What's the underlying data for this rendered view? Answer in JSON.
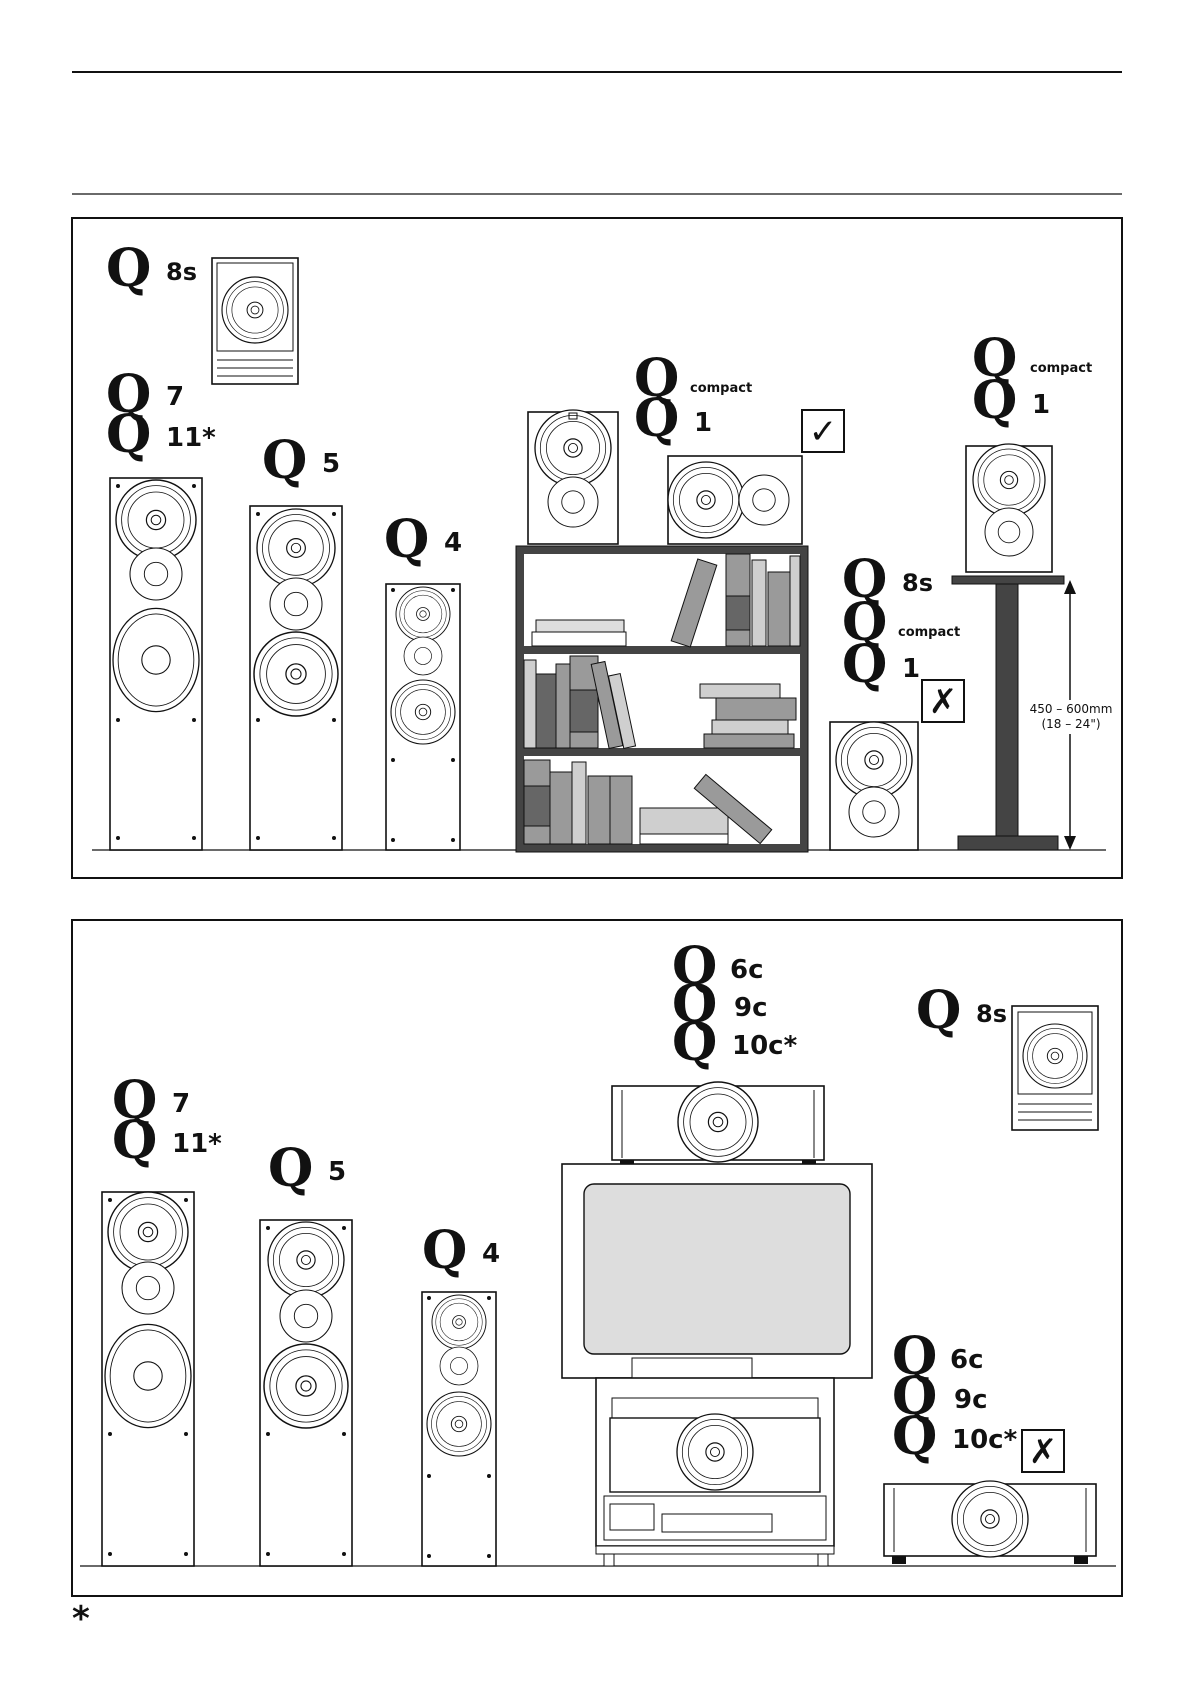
{
  "placement": {
    "top_panel": {
      "q8s_wall": {
        "prefix": "Q",
        "suffix": "8s"
      },
      "q7": {
        "prefix": "Q",
        "suffix": "7"
      },
      "q11": {
        "prefix": "Q",
        "suffix": "11*"
      },
      "q5": {
        "prefix": "Q",
        "suffix": "5"
      },
      "q4": {
        "prefix": "Q",
        "suffix": "4"
      },
      "shelf_compact": {
        "prefix": "Q",
        "suffix": "compact"
      },
      "shelf_q1": {
        "prefix": "Q",
        "suffix": "1"
      },
      "stand_compact": {
        "prefix": "Q",
        "suffix": "compact"
      },
      "stand_q1": {
        "prefix": "Q",
        "suffix": "1"
      },
      "floor_q8s": {
        "prefix": "Q",
        "suffix": "8s"
      },
      "floor_compact": {
        "prefix": "Q",
        "suffix": "compact"
      },
      "floor_q1": {
        "prefix": "Q",
        "suffix": "1"
      },
      "good_mark": "✓",
      "bad_mark": "✗",
      "stand_height_mm": "450 – 600mm",
      "stand_height_in": "(18 – 24\")"
    },
    "bottom_panel": {
      "top_q6c": {
        "prefix": "Q",
        "suffix": "6c"
      },
      "top_q9c": {
        "prefix": "Q",
        "suffix": "9c"
      },
      "top_q10c": {
        "prefix": "Q",
        "suffix": "10c*"
      },
      "wall_q8s": {
        "prefix": "Q",
        "suffix": "8s"
      },
      "q7": {
        "prefix": "Q",
        "suffix": "7"
      },
      "q11": {
        "prefix": "Q",
        "suffix": "11*"
      },
      "q5": {
        "prefix": "Q",
        "suffix": "5"
      },
      "q4": {
        "prefix": "Q",
        "suffix": "4"
      },
      "floor_q6c": {
        "prefix": "Q",
        "suffix": "6c"
      },
      "floor_q9c": {
        "prefix": "Q",
        "suffix": "9c"
      },
      "floor_q10c": {
        "prefix": "Q",
        "suffix": "10c*"
      },
      "bad_mark": "✗"
    },
    "footnote_marker": "*"
  },
  "colors": {
    "ink": "#111111",
    "shelf": "#444444",
    "book_dark": "#666666",
    "book_mid": "#9a9a9a",
    "book_light": "#cfcfcf",
    "screen": "#dddddd"
  }
}
